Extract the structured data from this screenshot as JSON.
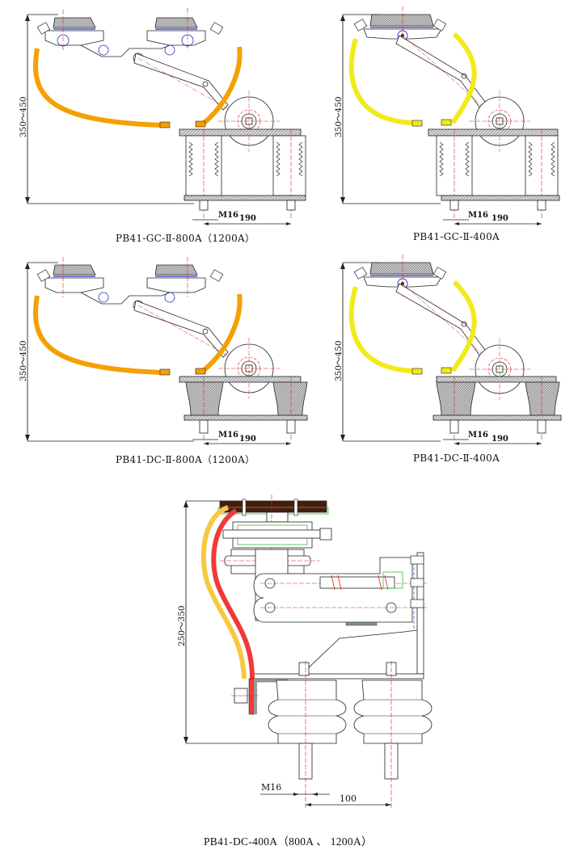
{
  "figure": {
    "title": "PB41 collector assemblies",
    "colors": {
      "cable_orange": "#F5A000",
      "cable_yellow": "#F2EA1A",
      "cable_red": "#F03A3A",
      "cable_light_yellow": "#F8C840",
      "centerline": "#E02020",
      "hidden_line": "#2030C0",
      "outline": "#202020",
      "shoe_dark": "#4A1A10",
      "green_detail": "#30C030"
    },
    "panels": [
      {
        "id": "gc-800",
        "caption": "PB41-GC-Ⅱ-800A（1200A）",
        "cable_color": "orange",
        "insulator_type": "ribbed",
        "heads": 2,
        "height_dim": "350～450",
        "bolt_dim": "M16",
        "spacing_dim": "190"
      },
      {
        "id": "gc-400",
        "caption": "PB41-GC-Ⅱ-400A",
        "cable_color": "yellow",
        "insulator_type": "ribbed",
        "heads": 1,
        "height_dim": "350～450",
        "bolt_dim": "M16",
        "spacing_dim": "190"
      },
      {
        "id": "dc-800",
        "caption": "PB41-DC-Ⅱ-800A（1200A）",
        "cable_color": "orange",
        "insulator_type": "conical",
        "heads": 2,
        "height_dim": "350～450",
        "bolt_dim": "M16",
        "spacing_dim": "190"
      },
      {
        "id": "dc-400",
        "caption": "PB41-DC-Ⅱ-400A",
        "cable_color": "yellow",
        "insulator_type": "conical",
        "heads": 1,
        "height_dim": "350～450",
        "bolt_dim": "M16",
        "spacing_dim": "190"
      },
      {
        "id": "dc-400-compact",
        "caption": "PB41-DC-400A（800A 、 1200A）",
        "cable_color": "red-yellow",
        "insulator_type": "bobbin",
        "heads": 1,
        "height_dim": "250～350",
        "bolt_dim": "M16",
        "spacing_dim": "100"
      }
    ]
  }
}
